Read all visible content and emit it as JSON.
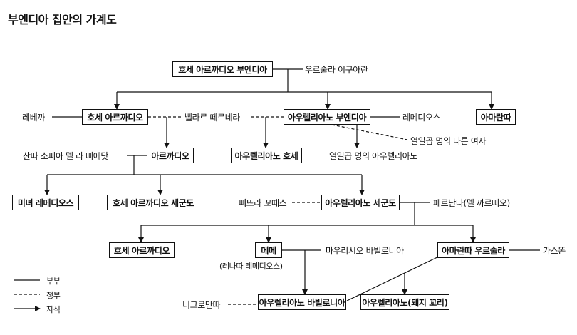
{
  "title": "부엔디아 집안의 가계도",
  "boxes": {
    "jose_arcadio_buendia": "호세 아르까디오 부엔디아",
    "jose_arcadio": "호세 아르까디오",
    "aureliano_buendia": "아우렐리아노 부엔디아",
    "amaranta": "아마란따",
    "arcadio": "아르까디오",
    "aureliano_jose": "아우렐리아노 호세",
    "remedios_the_beauty": "미녀 레메디오스",
    "jose_arcadio_segundo": "호세 아르까디오 세군도",
    "aureliano_segundo": "아우렐리아노 세군도",
    "jose_arcadio_3": "호세 아르까디오",
    "meme": "메메",
    "amaranta_ursula": "아마란따 우르술라",
    "aureliano_babilonia": "아우렐리아노 바빌로니아",
    "aureliano_pigtail": "아우렐리아노(돼지 꼬리)"
  },
  "labels": {
    "ursula_iguaran": "우르술라 이구아란",
    "rebeca": "레베까",
    "pilar_ternera": "삘라르 떼르네라",
    "remedios": "레메디오스",
    "seventeen_women": "열일곱 명의 다른 여자",
    "santa_sofia": "산따 소피아 델 라 삐에닷",
    "seventeen_aurelianos": "열일곱 명의 아우렐리아노",
    "petra_cotes": "뻬뜨라 꼬떼스",
    "fernanda": "페르난다(델 까르삐오)",
    "mauricio": "마우리시오 바빌로니아",
    "renata_remedios": "(레나따 레메디오스)",
    "gaston": "가스똔",
    "nigromanta": "니그로만따"
  },
  "legend": {
    "spouse": "부부",
    "lover": "정부",
    "child": "자식"
  }
}
